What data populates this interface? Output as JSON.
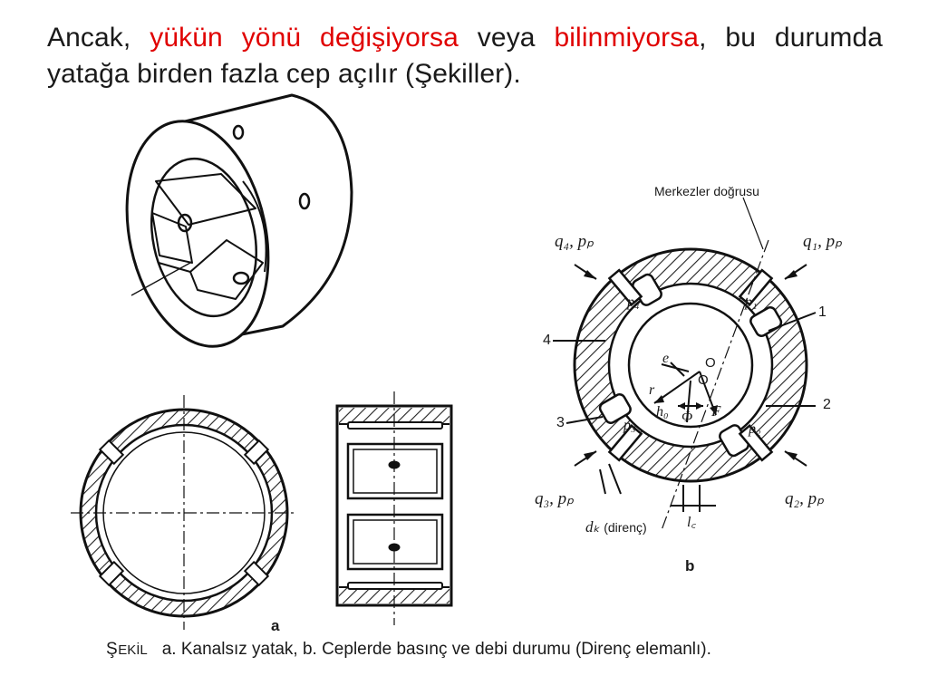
{
  "heading": {
    "part1": "Ancak, ",
    "red1": "yükün yönü değişiyorsa",
    "part2": " veya ",
    "red2": "bilinmiyorsa",
    "part3": ", bu durumda yatağa birden fazla cep açılır (Şekiller)."
  },
  "colors": {
    "accent": "#e00000",
    "text": "#1a1a1a",
    "line": "#111111"
  },
  "figure_a": {
    "label": "a"
  },
  "figure_b": {
    "label": "b",
    "center_line_label": "Merkezler doğrusu",
    "supply_labels": [
      "q₄, pₚ",
      "q₁, pₚ",
      "q₃, pₚ",
      "q₂, pₚ"
    ],
    "pocket_pressures": [
      "p₄",
      "p₁",
      "p₃",
      "p₂"
    ],
    "part_numbers": [
      "1",
      "2",
      "3",
      "4"
    ],
    "symbols": {
      "e": "e",
      "O1": "O",
      "O2": "O",
      "r": "r",
      "h0": "h₀",
      "phi": "Φ",
      "F": "F",
      "lc": "l꜀"
    },
    "dk_symbol": "dₖ",
    "dk_text": "(direnç)"
  },
  "caption": {
    "sekil_first": "Ş",
    "sekil_rest": "EKİL",
    "text": "a. Kanalsız yatak, b. Ceplerde basınç ve debi durumu (Direnç elemanlı)."
  }
}
